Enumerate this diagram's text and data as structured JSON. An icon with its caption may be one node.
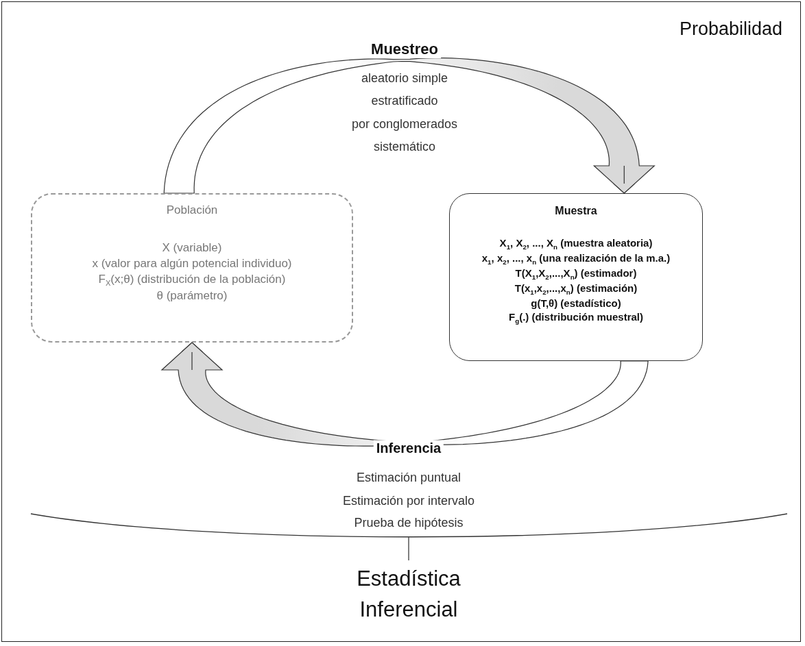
{
  "diagram": {
    "nodes": [
      {
        "text": [
          "Población",
          "X (variable)",
          "x (valor para algún potencial individuo)",
          "F$_{X}$(x;θ) (distribución de la población)",
          "θ (parámetro)"
        ]
      },
      {
        "text": [
          "Muestra",
          "X$_{1}$, X$_{2}$, ..., X$_{n}$ (muestra aleatoria)",
          "x$_{1}$, x$_{2}$, ..., x$_{n}$ (una realización de la m.a.)",
          "T(X$_{1}$,X$_{2}$,...,X$_{n}$) (estimador)",
          "T(x$_{1}$,x$_{2}$,...,x$_{n}$) (estimación)",
          "g(T,θ) (estadístico)",
          "F$_{g}$(.) (distribución muestral)"
        ]
      }
    ],
    "edges": [
      {
        "from": 0,
        "to": 1,
        "arrow": "to",
        "label": "Muestreo"
      },
      {
        "from": 1,
        "to": 0,
        "arrow": "to",
        "label": "Inferencia"
      }
    ],
    "labels": [
      "aleatorio simple",
      "estratificado",
      "por conglomerados",
      "sistemático",
      "Estimación puntual",
      "Estimación por intervalo",
      "Prueba de hipótesis",
      "Probabilidad",
      "Estadística Inferencial"
    ]
  }
}
